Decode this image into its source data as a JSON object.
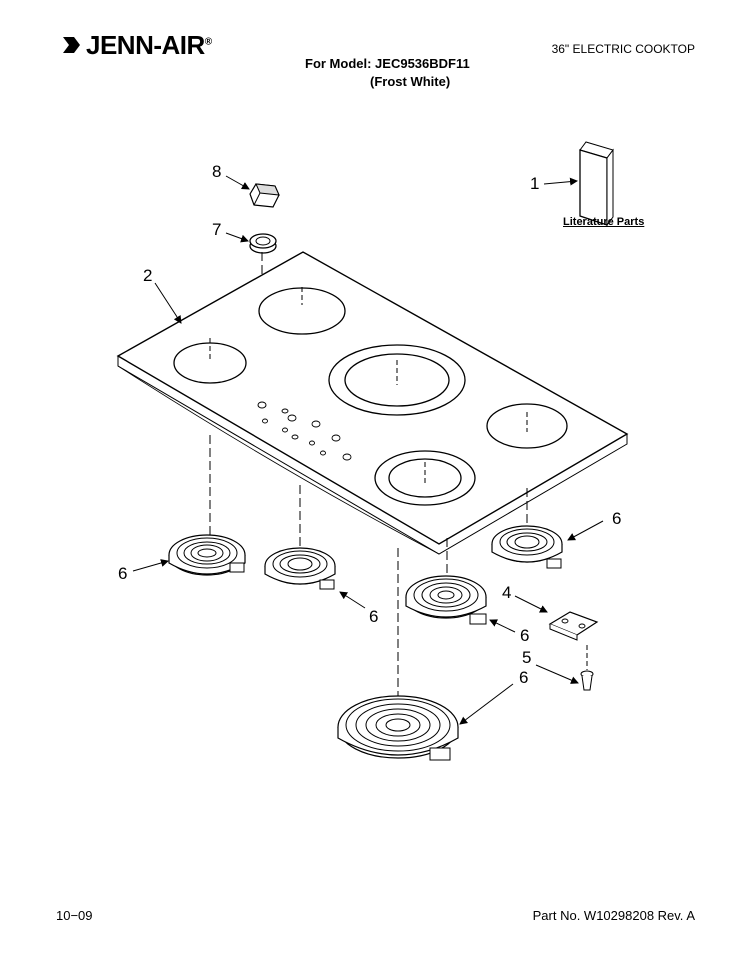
{
  "header": {
    "brand_name": "JENN-AIR",
    "brand_reg": "®",
    "document_type": "36\" ELECTRIC COOKTOP",
    "model_line": "For Model: JEC9536BDF11",
    "color_line": "(Frost White)"
  },
  "diagram": {
    "literature_label": "Literature Parts",
    "callouts": {
      "c1": "1",
      "c2": "2",
      "c4": "4",
      "c5": "5",
      "c6a": "6",
      "c6b": "6",
      "c6c": "6",
      "c6d": "6",
      "c6e": "6",
      "c7": "7",
      "c8": "8"
    }
  },
  "footer": {
    "date": "10−09",
    "part_number": "Part No. W10298208 Rev. A"
  }
}
